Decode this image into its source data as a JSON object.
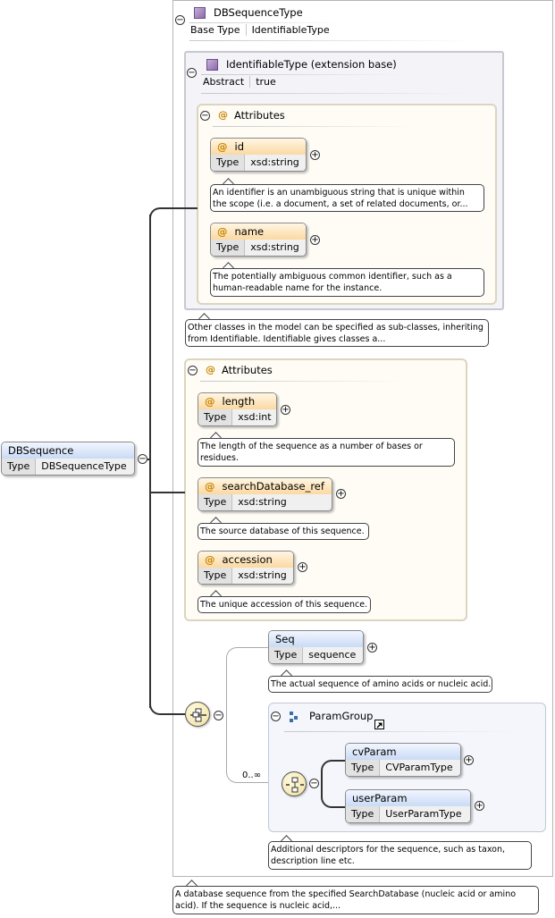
{
  "root_element": {
    "name": "DBSequence",
    "type_key": "Type",
    "type_value": "DBSequenceType"
  },
  "type_box": {
    "title": "DBSequenceType",
    "base_type_key": "Base Type",
    "base_type_value": "IdentifiableType"
  },
  "extension": {
    "title": "IdentifiableType (extension base)",
    "abstract_key": "Abstract",
    "abstract_value": "true",
    "attributes_title": "Attributes",
    "attrs": [
      {
        "name": "id",
        "type_key": "Type",
        "type_value": "xsd:string",
        "doc": [
          "An identifier is an unambiguous string that is unique within",
          "the scope (i.e. a document, a set of related documents, or..."
        ]
      },
      {
        "name": "name",
        "type_key": "Type",
        "type_value": "xsd:string",
        "doc": [
          "The potentially ambiguous common identifier, such as a",
          "human-readable name for the instance."
        ]
      }
    ],
    "doc": [
      "Other classes in the model can be specified as sub-classes, inheriting",
      "from Identifiable. Identifiable gives classes a..."
    ]
  },
  "attributes": {
    "title": "Attributes",
    "attrs": [
      {
        "name": "length",
        "type_key": "Type",
        "type_value": "xsd:int",
        "doc": [
          "The length of the sequence as a number of bases or",
          "residues."
        ]
      },
      {
        "name": "searchDatabase_ref",
        "type_key": "Type",
        "type_value": "xsd:string",
        "doc": [
          "The source database of this sequence."
        ]
      },
      {
        "name": "accession",
        "type_key": "Type",
        "type_value": "xsd:string",
        "doc": [
          "The unique accession of this sequence."
        ]
      }
    ]
  },
  "seq": {
    "name": "Seq",
    "type_key": "Type",
    "type_value": "sequence",
    "doc": [
      "The actual sequence of amino acids or nucleic acid."
    ]
  },
  "param_group": {
    "title": "ParamGroup",
    "cardinality": "0..∞",
    "items": [
      {
        "name": "cvParam",
        "type_key": "Type",
        "type_value": "CVParamType"
      },
      {
        "name": "userParam",
        "type_key": "Type",
        "type_value": "UserParamType"
      }
    ],
    "doc": [
      "Additional descriptors for the sequence, such as taxon,",
      "description line etc."
    ]
  },
  "root_doc": [
    "A database sequence from the specified SearchDatabase (nucleic acid or amino",
    "acid). If the sequence is nucleic acid,..."
  ],
  "symbols": {
    "collapse": "−",
    "expand": "+",
    "at": "@"
  },
  "icons": [
    "collapse-icon",
    "expand-icon",
    "complex-type-icon",
    "attribute-icon",
    "sequence-compositor-icon",
    "group-icon",
    "shortcut-arrow-icon"
  ]
}
